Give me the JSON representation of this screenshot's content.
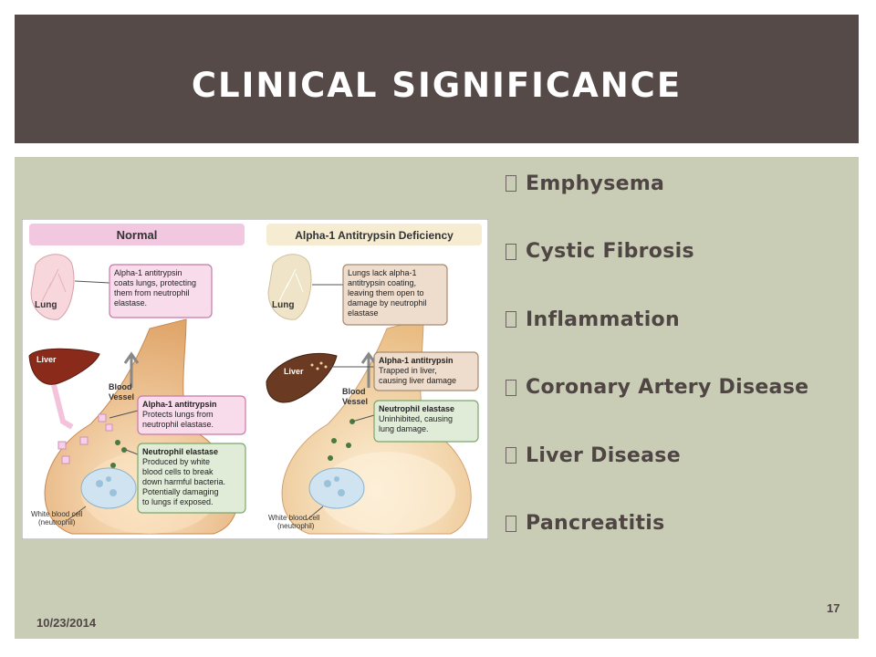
{
  "slide": {
    "title": "CLINICAL SIGNIFICANCE",
    "date": "10/23/2014",
    "page_number": "17",
    "bullets": [
      "Emphysema",
      "Cystic Fibrosis",
      "Inflammation",
      "Coronary Artery Disease",
      "Liver Disease",
      "Pancreatitis"
    ]
  },
  "figure": {
    "left_panel": {
      "heading": "Normal",
      "label_lung": "Lung",
      "label_liver": "Liver",
      "label_vessel_1": "Blood",
      "label_vessel_2": "Vessel",
      "label_wbc_1": "White blood cell",
      "label_wbc_2": "(neutrophil)",
      "callout_lung": [
        "Alpha-1 antitrypsin",
        "coats lungs, protecting",
        "them from neutrophil",
        "elastase."
      ],
      "callout_aat_title": "Alpha-1 antitrypsin",
      "callout_aat": [
        "Protects lungs from",
        "neutrophil elastase."
      ],
      "callout_ne_title": "Neutrophil elastase",
      "callout_ne": [
        "Produced by white",
        "blood cells to break",
        "down harmful bacteria.",
        "Potentially damaging",
        "to lungs if exposed."
      ]
    },
    "right_panel": {
      "heading": "Alpha-1 Antitrypsin Deficiency",
      "label_lung": "Lung",
      "label_liver": "Liver",
      "label_vessel_1": "Blood",
      "label_vessel_2": "Vessel",
      "label_wbc_1": "White blood cell",
      "label_wbc_2": "(neutrophil)",
      "callout_lung": [
        "Lungs lack alpha-1",
        "antitrypsin coating,",
        "leaving them open to",
        "damage by neutrophil",
        "elastase"
      ],
      "callout_aat_title": "Alpha-1 antitrypsin",
      "callout_aat": [
        "Trapped in liver,",
        "causing liver damage"
      ],
      "callout_ne_title": "Neutrophil elastase",
      "callout_ne": [
        "Uninhibited, causing",
        "lung damage."
      ]
    }
  },
  "colors": {
    "title_bar": "#554a48",
    "content_bg": "#c9cdb6",
    "text": "#4f4644"
  }
}
